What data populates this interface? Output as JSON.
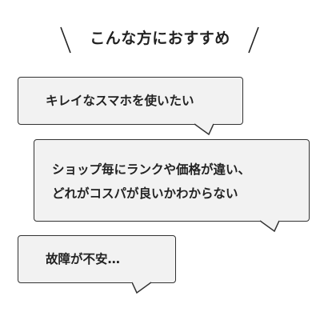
{
  "heading": {
    "text": "こんな方におすすめ"
  },
  "bubbles": [
    {
      "lines": [
        "キレイなスマホを使いたい"
      ]
    },
    {
      "lines": [
        "ショップ毎にランクや価格が違い、",
        "どれがコスパが良いかわからない"
      ]
    },
    {
      "lines": [
        "故障が不安…"
      ]
    }
  ],
  "colors": {
    "background": "#ffffff",
    "bubble_fill": "#f2f2f2",
    "stroke": "#333333",
    "text": "#222222"
  }
}
